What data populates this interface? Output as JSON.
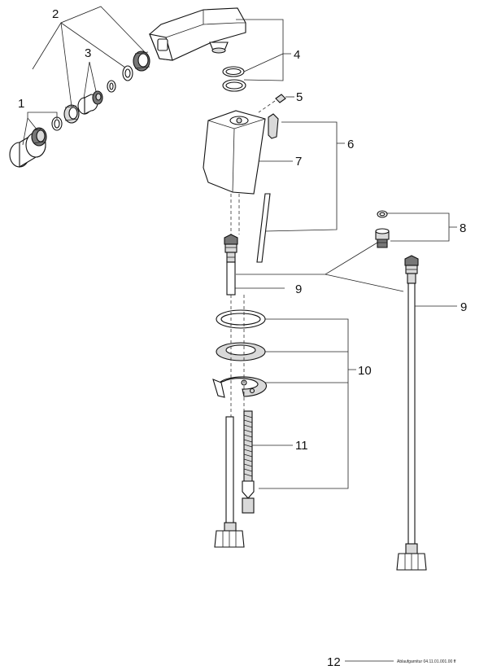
{
  "callouts": {
    "c1": "1",
    "c2": "2",
    "c3": "3",
    "c4": "4",
    "c5": "5",
    "c6": "6",
    "c7": "7",
    "c8": "8",
    "c9a": "9",
    "c9b": "9",
    "c10": "10",
    "c11": "11",
    "c12": "12"
  },
  "footer": {
    "caption": "Ablaufgarnitur 04.11.01.001.00 ff"
  }
}
